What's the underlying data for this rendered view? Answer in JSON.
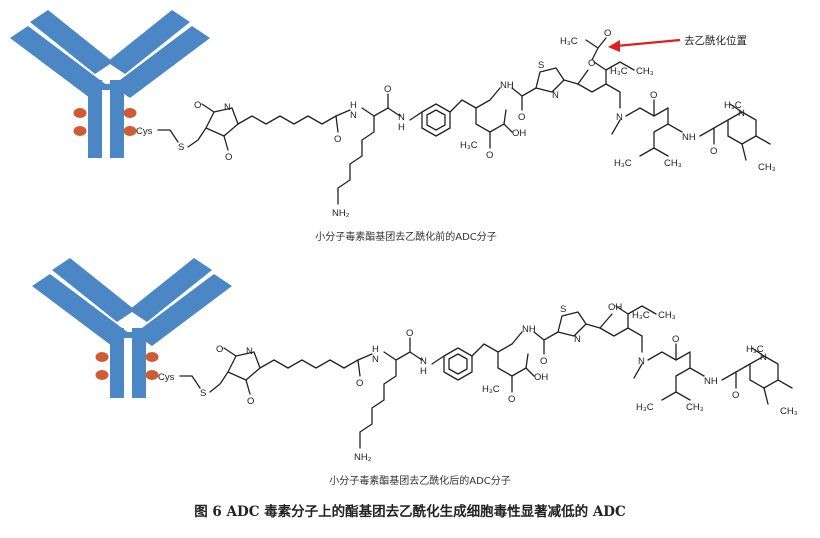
{
  "colors": {
    "antibody": "#4a87c4",
    "payload_dots": "#cf5b34",
    "arrow": "#e02020"
  },
  "top": {
    "caption": "小分子毒素酯基团去乙酰化前的ADC分子",
    "annotation": "去乙酰化位置",
    "labels": {
      "cys": "Cys",
      "s": "S",
      "n_maleimide": "N",
      "o1": "O",
      "o2": "O",
      "nh1": "NH",
      "nh2": "N",
      "h": "H",
      "nh3": "N",
      "h2": "H",
      "o3": "O",
      "nh_amine": "NH₂",
      "o_acid": "O",
      "oh": "OH",
      "h3c_side": "H₃C",
      "o_amide": "O",
      "nh4": "NH",
      "s_thz": "S",
      "n_thz": "N",
      "o_ester": "O",
      "h3c_ac": "H₃C",
      "o_ac": "O",
      "n_tub": "N",
      "o_tub": "O",
      "nh5": "NH",
      "h3c_mep": "H₃C",
      "n_mep": "N",
      "ch3_mep": "CH₃",
      "o_mep": "O",
      "h3c_a": "H₃C",
      "ch3_a": "CH₃",
      "h3c_b": "H₃C",
      "ch3_b": "CH₃"
    }
  },
  "bottom": {
    "caption": "小分子毒素酯基团去乙酰化后的ADC分子",
    "labels": {
      "cys": "Cys",
      "s": "S",
      "n_maleimide": "N",
      "o1": "O",
      "o2": "O",
      "nh1": "NH",
      "nh2": "N",
      "h": "H",
      "nh3": "N",
      "h2": "H",
      "o3": "O",
      "nh_amine": "NH₂",
      "o_acid": "O",
      "oh": "OH",
      "h3c_side": "H₃C",
      "o_amide": "O",
      "nh4": "NH",
      "s_thz": "S",
      "n_thz": "N",
      "oh_free": "OH",
      "n_tub": "N",
      "o_tub": "O",
      "nh5": "NH",
      "h3c_mep": "H₃C",
      "n_mep": "N",
      "ch3_mep": "CH₃",
      "o_mep": "O",
      "h3c_a": "H₃C",
      "ch3_a": "CH₃",
      "h3c_b": "H₃C",
      "ch3_b": "CH₃"
    }
  },
  "figure_caption": "图 6   ADC 毒素分子上的酯基团去乙酰化生成细胞毒性显著减低的 ADC"
}
